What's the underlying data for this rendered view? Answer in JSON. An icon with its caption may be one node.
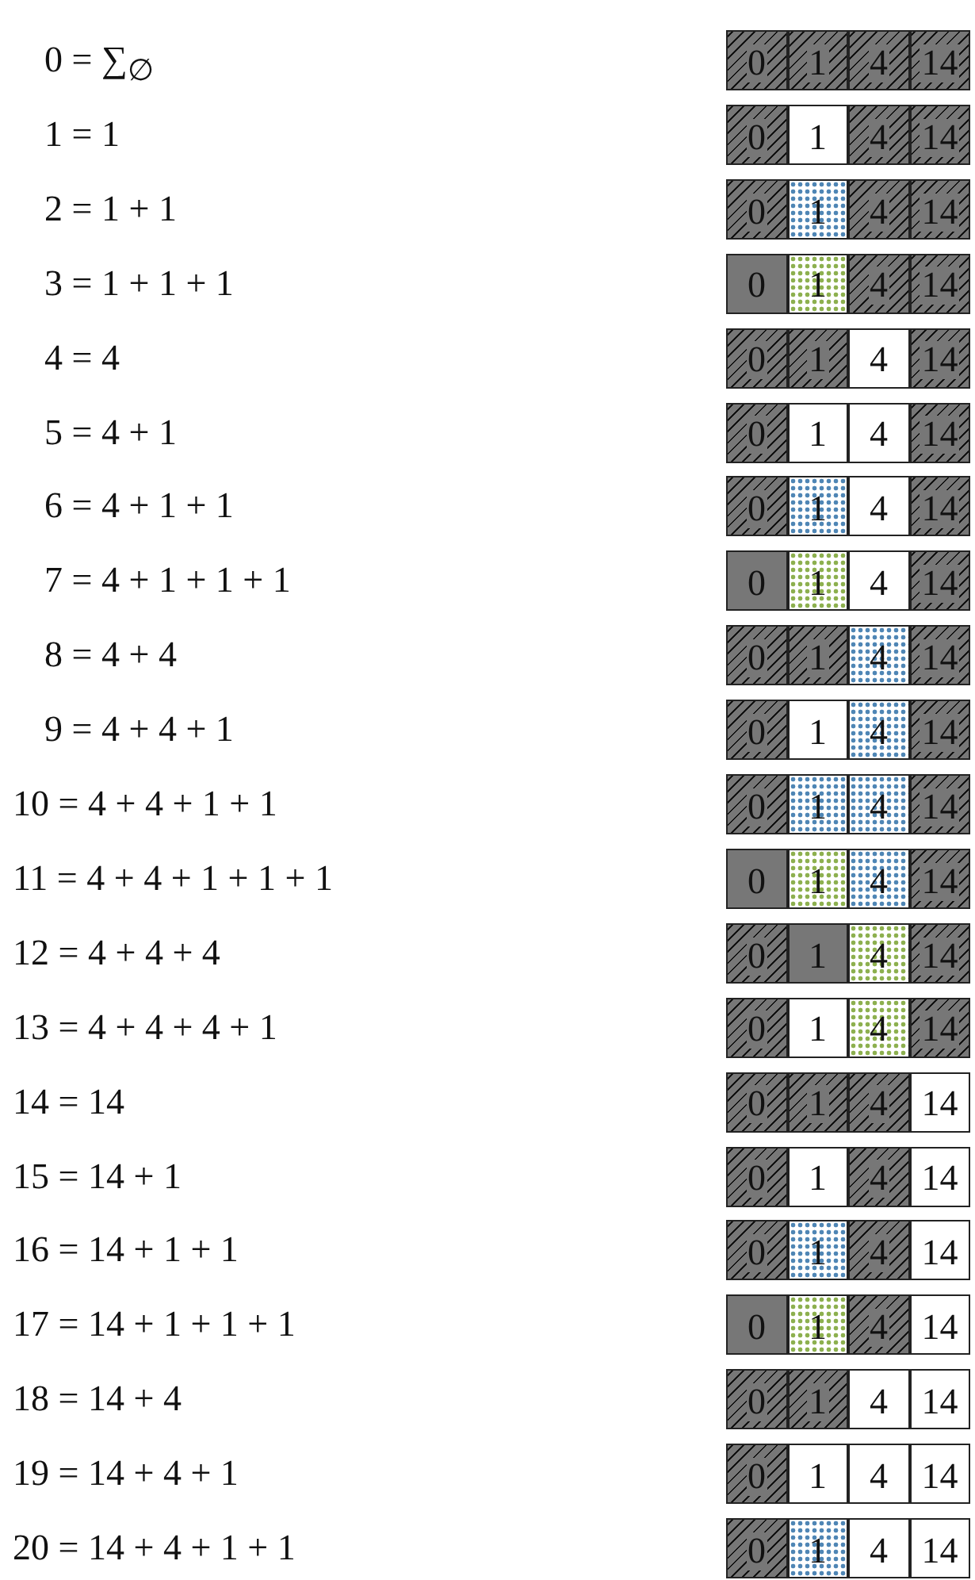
{
  "diagram": {
    "labels": [
      "0 = ∑$_{∅}$",
      "0",
      "1",
      "4",
      "14",
      "1 = 1",
      "0",
      "1",
      "4",
      "14",
      "2 = 1 + 1",
      "0",
      "1",
      "4",
      "14",
      "3 = 1 + 1 + 1",
      "0",
      "1",
      "4",
      "14",
      "4 = 4",
      "0",
      "1",
      "4",
      "14",
      "5 = 4 + 1",
      "0",
      "1",
      "4",
      "14",
      "6 = 4 + 1 + 1",
      "0",
      "1",
      "4",
      "14",
      "7 = 4 + 1 + 1 + 1",
      "0",
      "1",
      "4",
      "14",
      "8 = 4 + 4",
      "0",
      "1",
      "4",
      "14",
      "9 = 4 + 4 + 1",
      "0",
      "1",
      "4",
      "14",
      "10 = 4 + 4 + 1 + 1",
      "0",
      "1",
      "4",
      "14",
      "11 = 4 + 4 + 1 + 1 + 1",
      "0",
      "1",
      "4",
      "14",
      "12 = 4 + 4 + 4",
      "0",
      "1",
      "4",
      "14",
      "13 = 4 + 4 + 4 + 1",
      "0",
      "1",
      "4",
      "14",
      "14 = 14",
      "0",
      "1",
      "4",
      "14",
      "15 = 14 + 1",
      "0",
      "1",
      "4",
      "14",
      "16 = 14 + 1 + 1",
      "0",
      "1",
      "4",
      "14",
      "17 = 14 + 1 + 1 + 1",
      "0",
      "1",
      "4",
      "14",
      "18 = 14 + 4",
      "0",
      "1",
      "4",
      "14",
      "19 = 14 + 4 + 1",
      "0",
      "1",
      "4",
      "14",
      "20 = 14 + 4 + 1 + 1",
      "0",
      "1",
      "4",
      "14"
    ]
  }
}
